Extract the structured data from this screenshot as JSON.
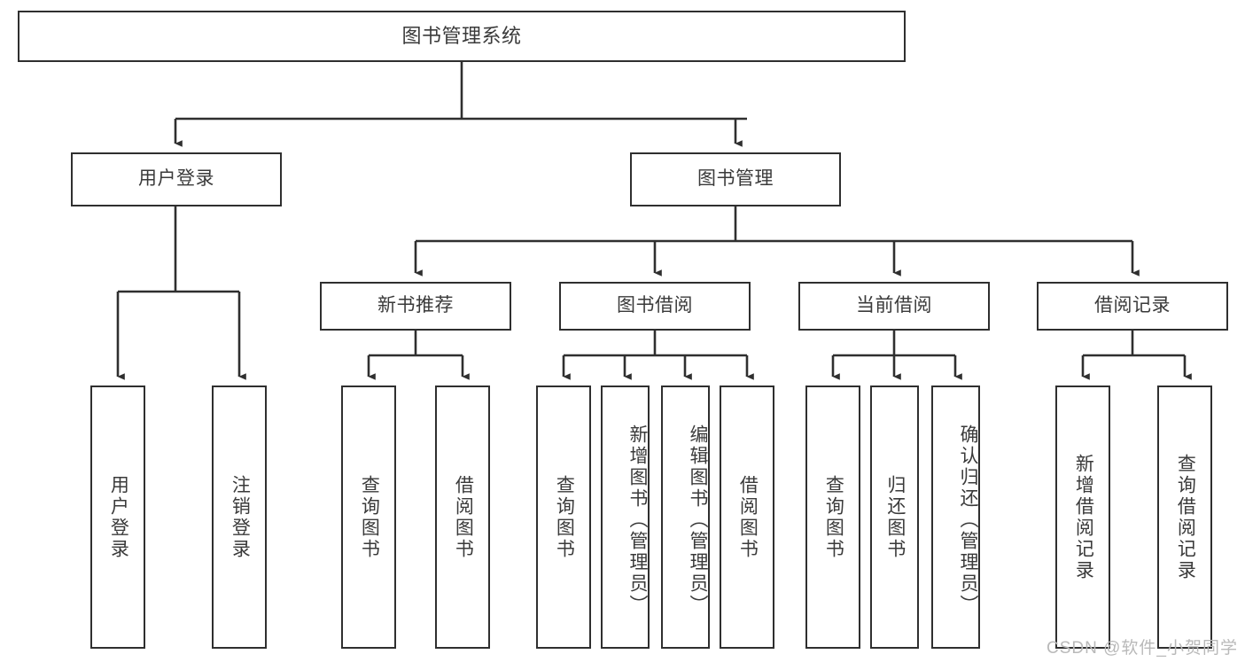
{
  "diagram": {
    "type": "tree",
    "title": "图书管理系统",
    "orientation": "top-down",
    "colors": {
      "node_border": "#2f2f2f",
      "node_fill": "#ffffff",
      "text": "#3a3a3a",
      "edge": "#2f2f2f",
      "watermark": "#b9b9b9"
    },
    "root": {
      "label": "图书管理系统"
    },
    "level2": [
      {
        "label": "用户登录"
      },
      {
        "label": "图书管理"
      }
    ],
    "level3": [
      {
        "label": "新书推荐"
      },
      {
        "label": "图书借阅"
      },
      {
        "label": "当前借阅"
      },
      {
        "label": "借阅记录"
      }
    ],
    "leaves": {
      "user_login": [
        {
          "label": "用户登录"
        },
        {
          "label": "注销登录"
        }
      ],
      "new_book_recommend": [
        {
          "label": "查询图书"
        },
        {
          "label": "借阅图书"
        }
      ],
      "book_borrow": [
        {
          "label": "查询图书"
        },
        {
          "label": "新增图书（管理员）"
        },
        {
          "label": "编辑图书（管理员）"
        },
        {
          "label": "借阅图书"
        }
      ],
      "current_borrow": [
        {
          "label": "查询图书"
        },
        {
          "label": "归还图书"
        },
        {
          "label": "确认归还（管理员）"
        }
      ],
      "borrow_record": [
        {
          "label": "新增借阅记录"
        },
        {
          "label": "查询借阅记录"
        }
      ]
    }
  },
  "watermark": {
    "text": "CSDN @软件_小贺同学"
  }
}
